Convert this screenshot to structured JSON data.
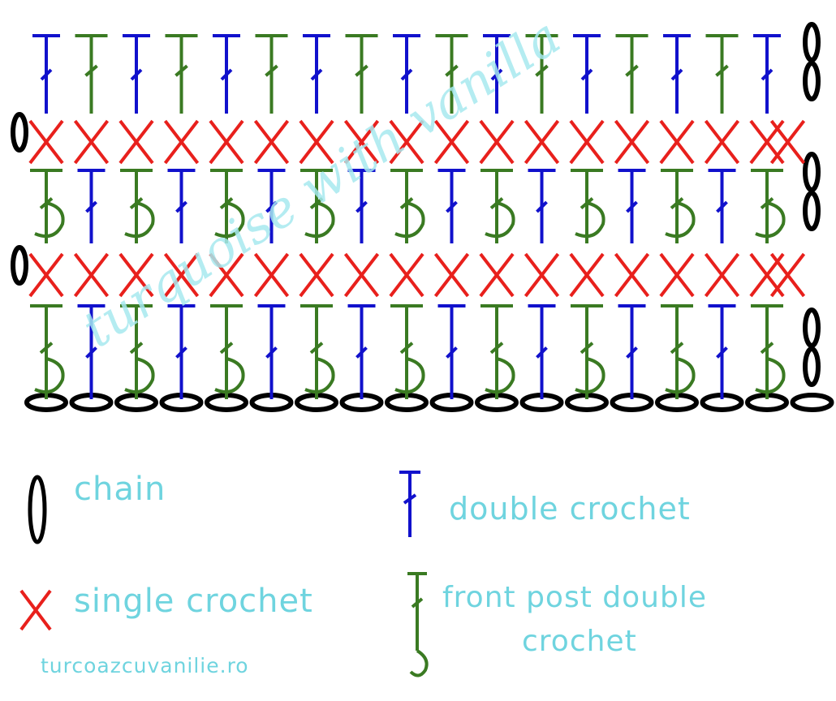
{
  "colors": {
    "chain": "#000000",
    "single_crochet": "#e8201c",
    "double_crochet": "#1111cc",
    "front_post_double_crochet": "#3a7a22",
    "text": "#6fd4df",
    "watermark": "#a7e9ef"
  },
  "diagram": {
    "foundation_chains": 18,
    "stitches_per_row": 17,
    "rows": [
      {
        "row": 1,
        "pattern": [
          "fpdc",
          "dc"
        ],
        "turning_chains": 2,
        "turning_side": "right"
      },
      {
        "row": 2,
        "pattern": [
          "sc"
        ],
        "turning_chains": 1,
        "turning_side": "left"
      },
      {
        "row": 3,
        "pattern": [
          "fpdc",
          "dc"
        ],
        "turning_chains": 2,
        "turning_side": "right"
      },
      {
        "row": 4,
        "pattern": [
          "sc"
        ],
        "turning_chains": 1,
        "turning_side": "left"
      },
      {
        "row": 5,
        "pattern": [
          "dc",
          "fpdc"
        ],
        "turning_chains": 2,
        "turning_side": "right"
      }
    ],
    "watermark": "turquoise with vanilla"
  },
  "legend": {
    "chain": {
      "label": "chain",
      "icon": "chain-icon"
    },
    "double_crochet": {
      "label": "double crochet",
      "icon": "double-crochet-icon"
    },
    "single_crochet": {
      "label": "single crochet",
      "icon": "single-crochet-icon"
    },
    "front_post_double_crochet": {
      "label_line1": "front post double",
      "label_line2": "crochet",
      "icon": "front-post-double-crochet-icon"
    }
  },
  "site": "turcoazcuvanilie.ro"
}
